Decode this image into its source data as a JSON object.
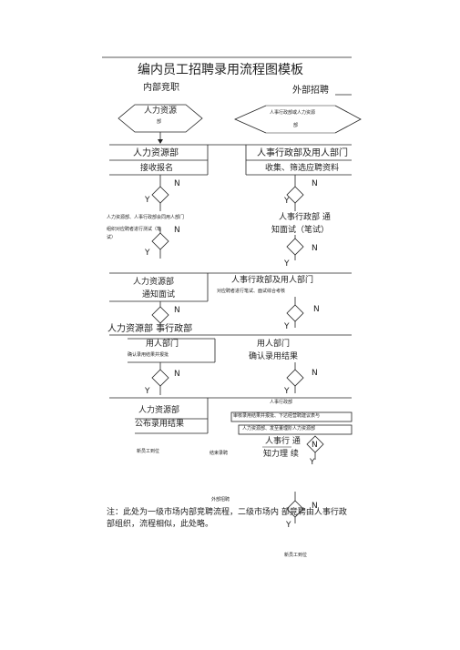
{
  "title": "编内员工招聘录用流程图模板",
  "internal_title": "内部竞职",
  "external_title": "外部招聘",
  "left_hex_line1": "人力资源",
  "left_hex_line2": "部",
  "right_hex_line1": "人事行政部或人力资源",
  "right_hex_line2": "部",
  "box_left1_title": "人力资源部",
  "box_left1_sub": "接收报名",
  "box_right1_title": "人事行政部及用人部门",
  "box_right1_sub": "收集、筛选应聘资料",
  "n": "N",
  "y": "Y",
  "note_left2_line1": "人力资源部、人事行政部会同用人部门",
  "note_left2_line2": "组织对应聘者进行测试（笔",
  "note_left2_line3": "试）",
  "note_right2_line1": "人事行政部  通",
  "note_right2_line2": "知面试（笔试）",
  "box_left3_title": "人力资源部",
  "box_left3_sub": "通知面试",
  "box_right3_title": "人事行政部及用人部门",
  "box_right3_sub": "对应聘者进行笔试、面试综合考核",
  "joint_line": "人力资源部 事行政部",
  "box_left4_title": "用人部门",
  "box_left4_sub": "确认录用结果并报批",
  "box_right4_title": "用人部门",
  "box_right4_sub": "确认录用结果",
  "right5_title": "人事行政部",
  "right5_line1": "审核录用结果并报批、下达经营聘建议表与",
  "right5_line2": "人力资源部、发至董理阶人力资源部",
  "box_left5_title": "人力资源部",
  "box_left5_sub": "公布录用结果",
  "bottom_left_a": "新员工到位",
  "bottom_left_b": "结束录聘",
  "bottom_right_line1": "人事行    通",
  "bottom_right_line2": "知力理    续",
  "external_note": "外部招聘",
  "note_line1": "注：此处为一级市场内部竞聘流程，二级市场内  部竞聘由人事行政",
  "note_line2": "部组织，流程相似，此处略。",
  "bottom_final": "新员工到位"
}
